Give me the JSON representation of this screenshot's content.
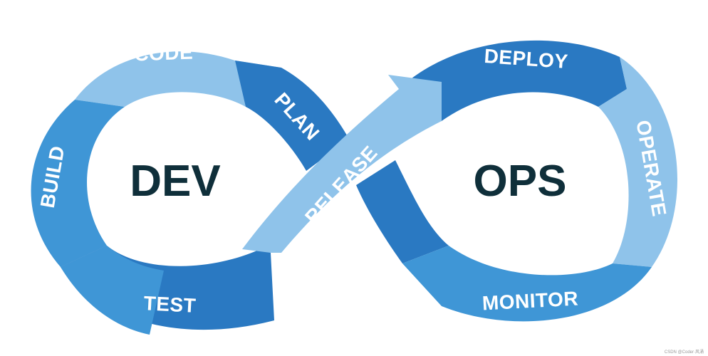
{
  "diagram": {
    "center_labels": {
      "left": "DEV",
      "right": "OPS"
    },
    "stages": [
      {
        "id": "code",
        "label": "CODE"
      },
      {
        "id": "plan",
        "label": "PLAN"
      },
      {
        "id": "build",
        "label": "BUILD"
      },
      {
        "id": "test",
        "label": "TEST"
      },
      {
        "id": "release",
        "label": "RELEASE"
      },
      {
        "id": "deploy",
        "label": "DEPLOY"
      },
      {
        "id": "operate",
        "label": "OPERATE"
      },
      {
        "id": "monitor",
        "label": "MONITOR"
      }
    ],
    "watermark": "CSDN @Coder·风涌",
    "colors": {
      "light": "#8fc3ea",
      "medium": "#3f96d6",
      "dark": "#2a79c2",
      "text_dark": "#0f2f3a",
      "label": "#ffffff"
    }
  }
}
